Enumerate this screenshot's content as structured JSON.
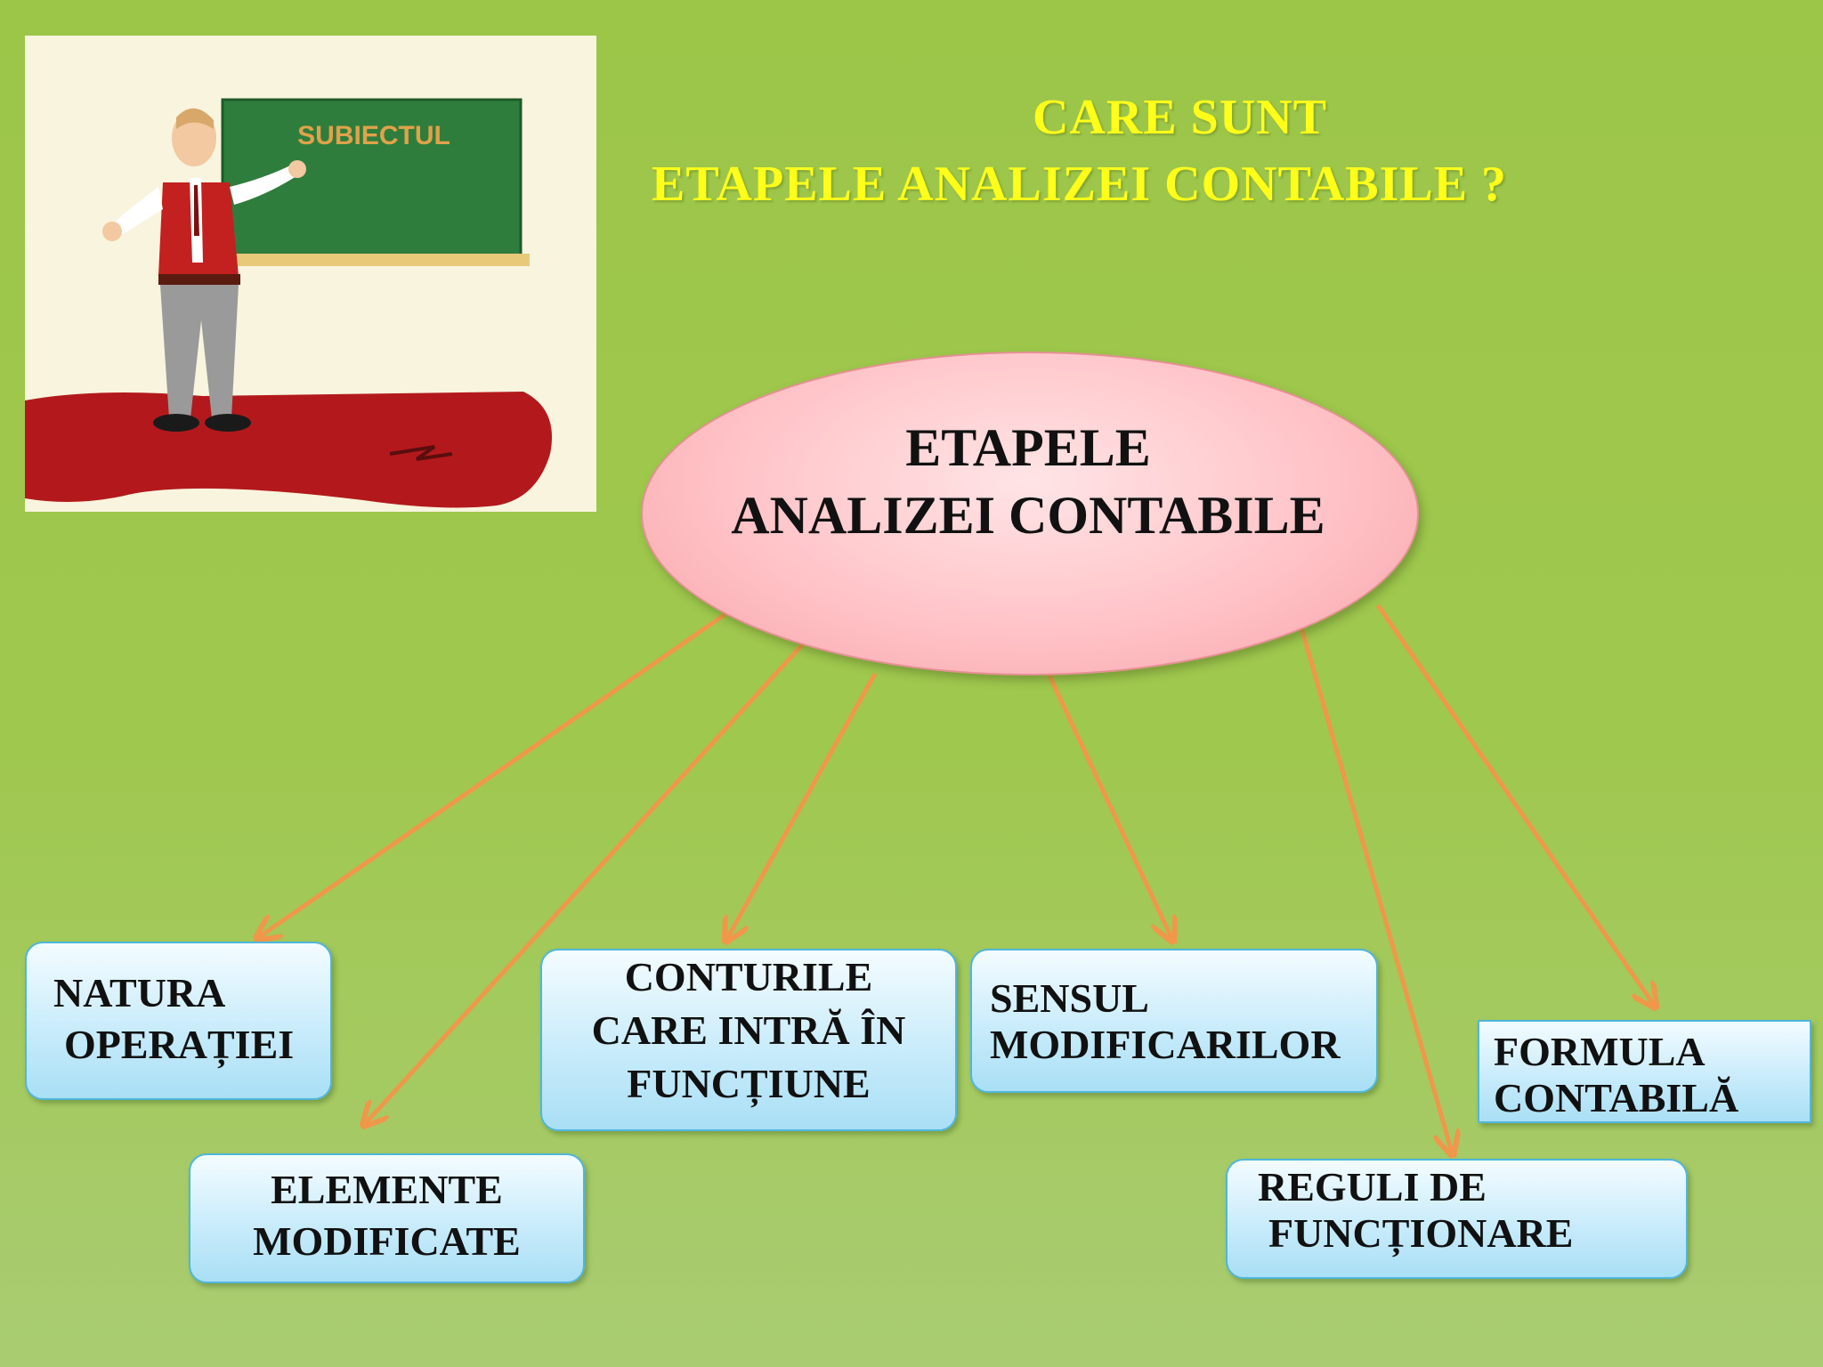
{
  "title": {
    "line1": "CARE SUNT",
    "line2": "ETAPELE ANALIZEI CONTABILE ?"
  },
  "center": {
    "line1": "ETAPELE",
    "line2": "ANALIZEI CONTABILE"
  },
  "illustration": {
    "board_text": "SUBIECTUL"
  },
  "steps": [
    {
      "line1": "NATURA",
      "line2": "OPERAȚIEI"
    },
    {
      "line1": "ELEMENTE",
      "line2": "MODIFICATE"
    },
    {
      "line1": "CONTURILE",
      "line2": "CARE INTRĂ ÎN",
      "line3": "FUNCȚIUNE"
    },
    {
      "line1": "SENSUL",
      "line2": "MODIFICARILOR"
    },
    {
      "line1": "REGULI DE",
      "line2": "FUNCȚIONARE"
    },
    {
      "line1": "FORMULA",
      "line2": "CONTABILĂ"
    }
  ],
  "colors": {
    "background": "#9fc84f",
    "title": "#ffff1a",
    "ellipse_fill": "#ffc3c7",
    "box_fill": "#c9ecfb",
    "box_border": "#4fb6dc",
    "arrow": "#f0974a"
  }
}
